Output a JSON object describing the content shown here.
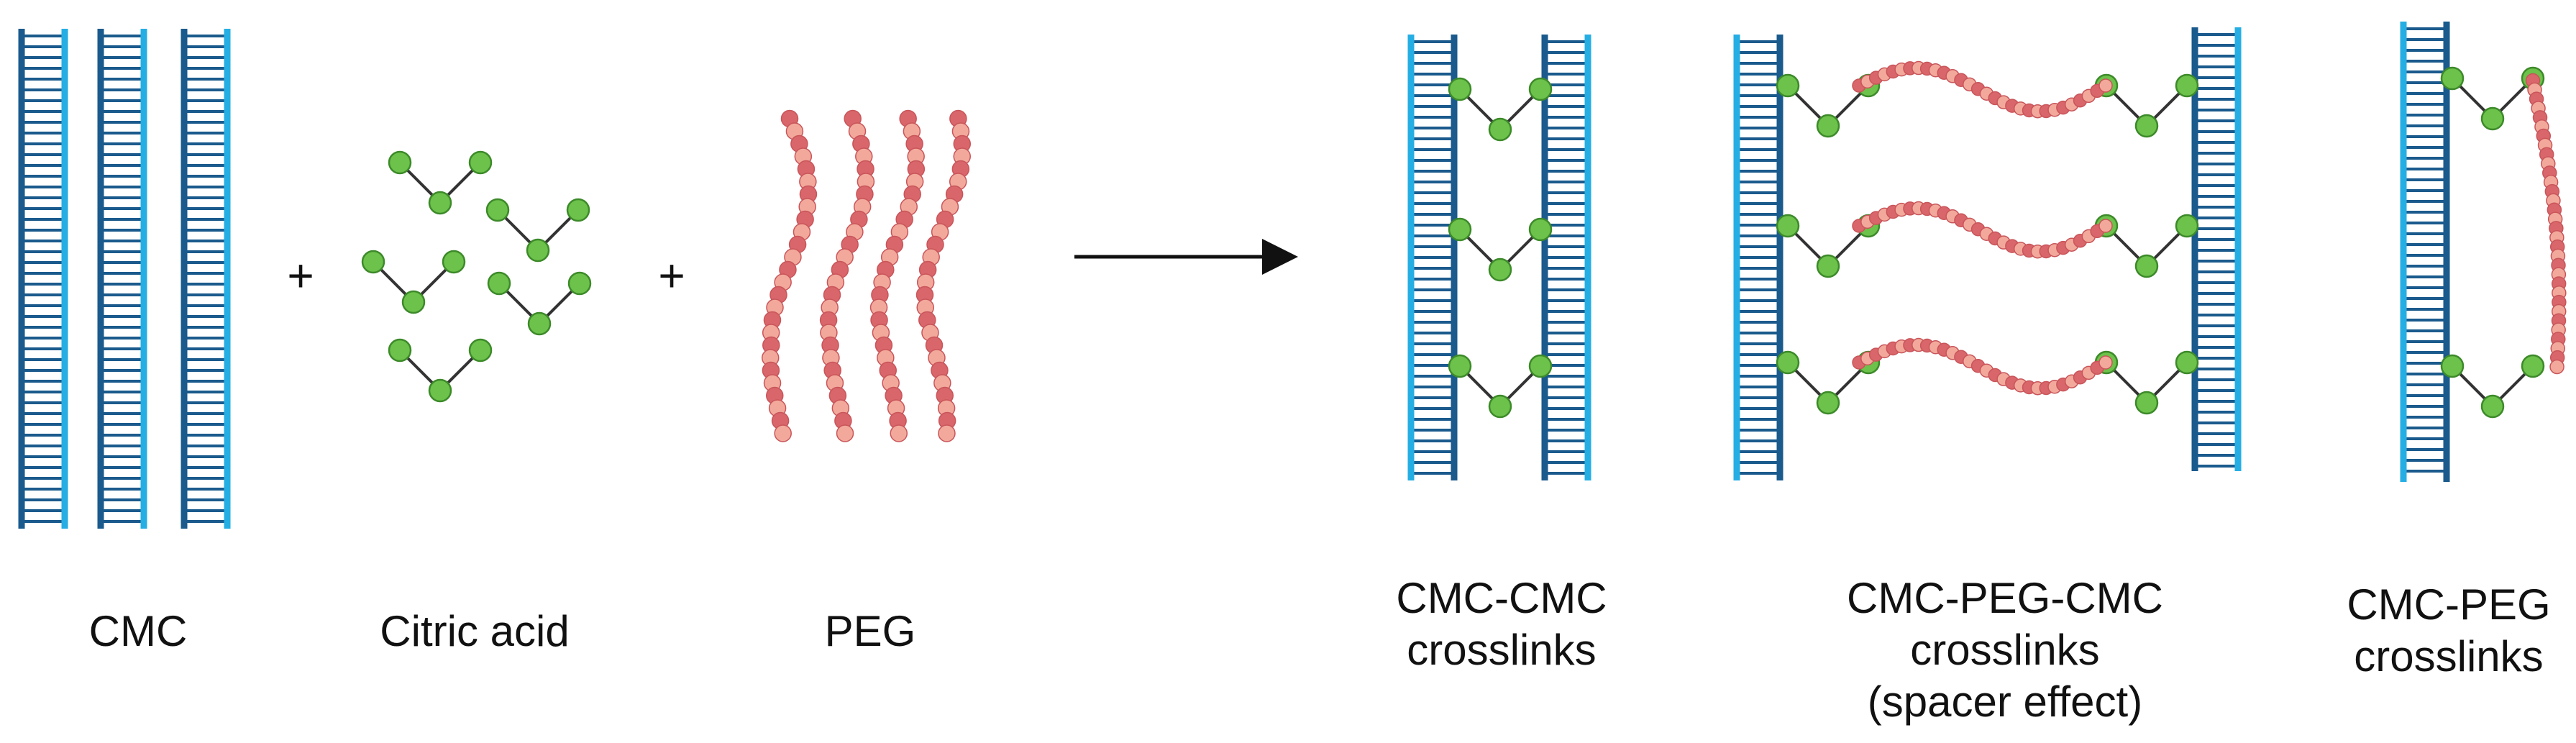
{
  "labels": {
    "cmc": "CMC",
    "citric_acid": "Citric acid",
    "peg": "PEG",
    "cmc_cmc": [
      "CMC-CMC",
      "crosslinks"
    ],
    "cmc_peg_cmc": [
      "CMC-PEG-CMC",
      "crosslinks",
      "(spacer effect)"
    ],
    "cmc_peg": [
      "CMC-PEG",
      "crosslinks"
    ]
  },
  "symbols": {
    "plus": "+"
  },
  "colors": {
    "cmc_dark": "#1a5a8c",
    "cmc_light": "#25aee3",
    "citric_green": "#6cc24a",
    "citric_outline": "#3d8a2a",
    "peg_dark": "#d8666a",
    "peg_light": "#f2a99b",
    "arrow": "#111111"
  }
}
